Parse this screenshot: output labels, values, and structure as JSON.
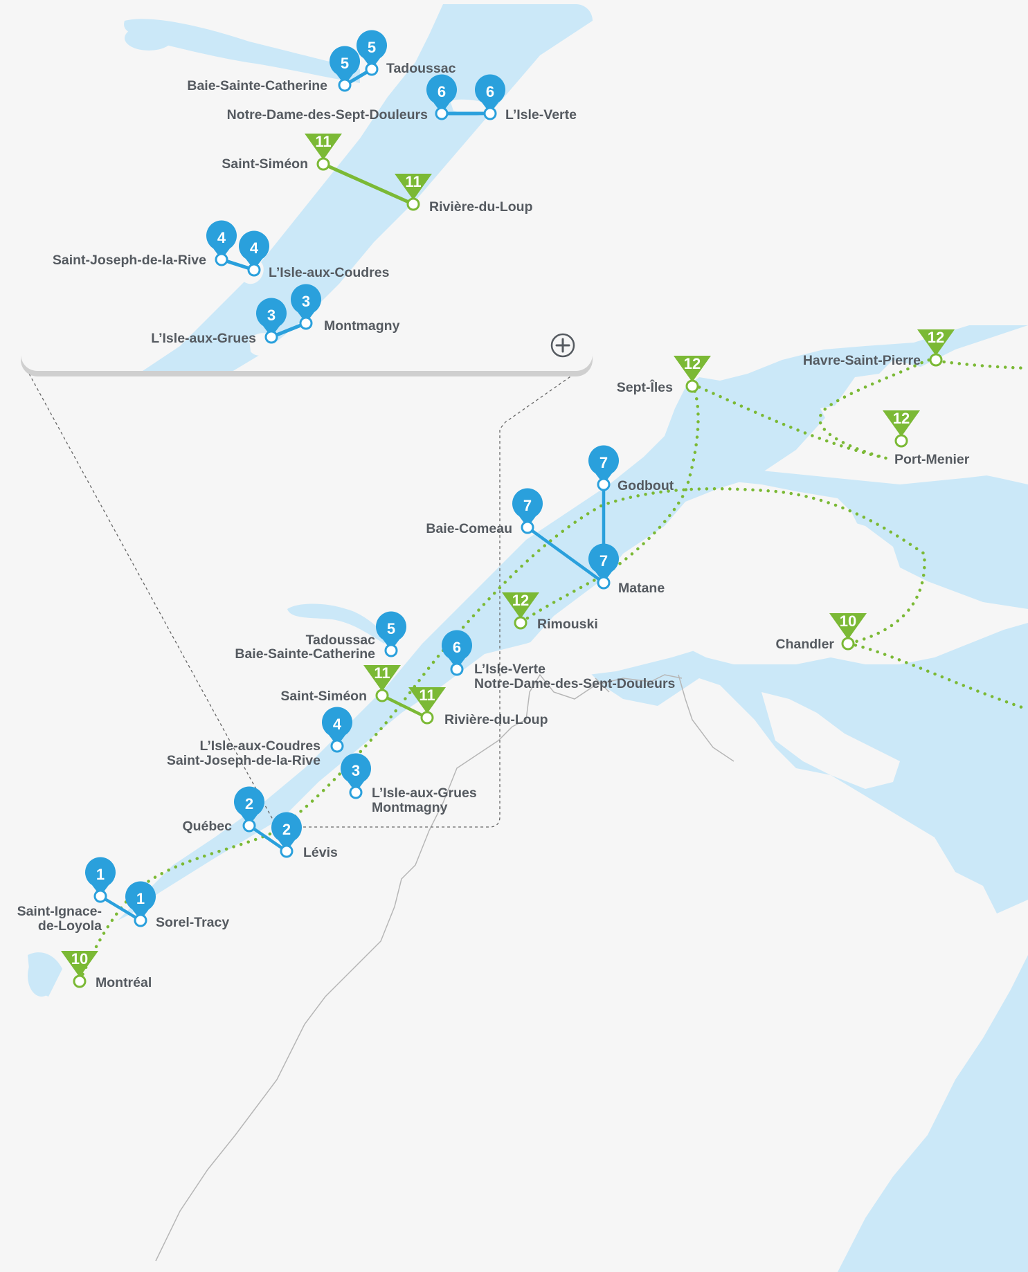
{
  "labels": {
    "montreal": "Montréal",
    "saint_ignace": "Saint-Ignace-",
    "saint_ignace_2": "de-Loyola",
    "sorel_tracy": "Sorel-Tracy",
    "quebec": "Québec",
    "levis": "Lévis",
    "l_isle_aux_grues": "L’Isle-aux-Grues",
    "montmagny": "Montmagny",
    "l_isle_aux_coudres": "L’Isle-aux-Coudres",
    "saint_joseph": "Saint-Joseph-de-la-Rive",
    "saint_simeon": "Saint-Siméon",
    "riviere_du_loup": "Rivière-du-Loup",
    "tadoussac": "Tadoussac",
    "baie_sainte_catherine": "Baie-Sainte-Catherine",
    "l_isle_verte": "L’Isle-Verte",
    "notre_dame": "Notre-Dame-des-Sept-Douleurs",
    "rimouski": "Rimouski",
    "baie_comeau": "Baie-Comeau",
    "godbout": "Godbout",
    "matane": "Matane",
    "sept_iles": "Sept-Îles",
    "havre_saint_pierre": "Havre-Saint-Pierre",
    "port_menier": "Port-Menier",
    "chandler": "Chandler"
  },
  "route_numbers": {
    "r1": "1",
    "r2": "2",
    "r3": "3",
    "r4": "4",
    "r5": "5",
    "r6": "6",
    "r7": "7",
    "r10": "10",
    "r11": "11",
    "r12": "12"
  },
  "colors": {
    "water": "#cbe8f8",
    "land": "#f6f6f6",
    "blue_route": "#2aa0dc",
    "green_route": "#7bb935",
    "label": "#555a60"
  },
  "icons": {
    "zoom": "plus-circle-icon",
    "blue_marker": "map-pin-icon",
    "green_marker": "triangle-marker-icon"
  }
}
